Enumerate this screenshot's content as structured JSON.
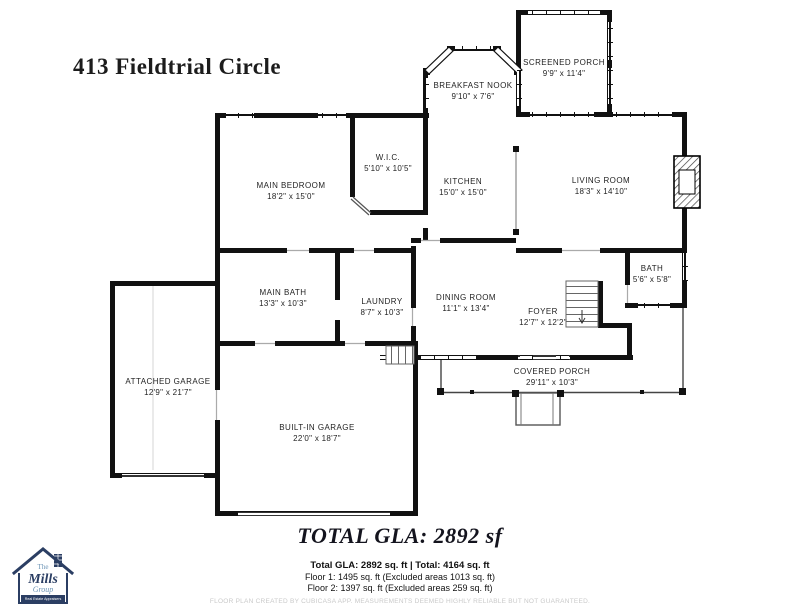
{
  "header": {
    "title": "413 Fieldtrial Circle"
  },
  "rooms": [
    {
      "id": "breakfast-nook",
      "name": "BREAKFAST NOOK",
      "dims": "9'10\" x 7'6\""
    },
    {
      "id": "screened-porch",
      "name": "SCREENED PORCH",
      "dims": "9'9\" x 11'4\""
    },
    {
      "id": "main-bedroom",
      "name": "MAIN BEDROOM",
      "dims": "18'2\" x 15'0\""
    },
    {
      "id": "wic",
      "name": "W.I.C.",
      "dims": "5'10\" x 10'5\""
    },
    {
      "id": "kitchen",
      "name": "KITCHEN",
      "dims": "15'0\" x 15'0\""
    },
    {
      "id": "living-room",
      "name": "LIVING ROOM",
      "dims": "18'3\" x 14'10\""
    },
    {
      "id": "main-bath",
      "name": "MAIN BATH",
      "dims": "13'3\" x 10'3\""
    },
    {
      "id": "laundry",
      "name": "LAUNDRY",
      "dims": "8'7\" x 10'3\""
    },
    {
      "id": "dining-room",
      "name": "DINING ROOM",
      "dims": "11'1\" x 13'4\""
    },
    {
      "id": "foyer",
      "name": "FOYER",
      "dims": "12'7\" x 12'2\""
    },
    {
      "id": "bath",
      "name": "BATH",
      "dims": "5'6\" x 5'8\""
    },
    {
      "id": "attached-garage",
      "name": "ATTACHED GARAGE",
      "dims": "12'9\" x 21'7\""
    },
    {
      "id": "built-in-garage",
      "name": "BUILT-IN GARAGE",
      "dims": "22'0\" x 18'7\""
    },
    {
      "id": "covered-porch",
      "name": "COVERED PORCH",
      "dims": "29'11\" x 10'3\""
    }
  ],
  "summary": {
    "total_gla_display": "TOTAL GLA: 2892 sf",
    "line1": "Total GLA: 2892 sq. ft | Total: 4164 sq. ft",
    "line2": "Floor 1: 1495 sq. ft (Excluded areas 1013 sq. ft)",
    "line3": "Floor 2: 1397 sq. ft (Excluded areas 259 sq. ft)"
  },
  "footer": {
    "disclaimer": "FLOOR PLAN CREATED BY CUBICASA APP. MEASUREMENTS DEEMED HIGHLY RELIABLE BUT NOT GUARANTEED."
  },
  "logo": {
    "line1": "The",
    "line2": "Mills",
    "line3": "Group",
    "banner": "Real Estate Appraisers"
  },
  "colors": {
    "wall": "#111111",
    "navy": "#2b3e63",
    "steel_blue": "#6b93b5"
  }
}
